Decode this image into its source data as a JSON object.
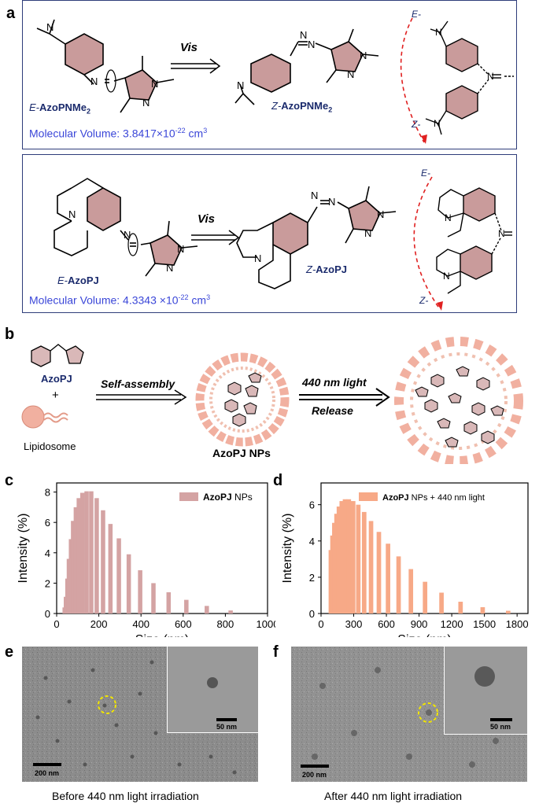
{
  "panels": {
    "a": "a",
    "b": "b",
    "c": "c",
    "d": "d",
    "e": "e",
    "f": "f"
  },
  "panel_a1": {
    "vis": "Vis",
    "e_prefix": "E-",
    "e_name": "AzoPNMe",
    "e_sub": "2",
    "z_prefix": "Z-",
    "z_name": "AzoPNMe",
    "z_sub": "2",
    "side_e": "E-",
    "side_z": "Z-",
    "vol_prefix": "Molecular Volume: 3.8417×10",
    "vol_exp": "-22",
    "vol_unit": " cm",
    "vol_pow": "3"
  },
  "panel_a2": {
    "vis": "Vis",
    "e_prefix": "E-",
    "e_name": "AzoPJ",
    "z_prefix": "Z-",
    "z_name": "AzoPJ",
    "side_e": "E-",
    "side_z": "Z-",
    "vol_prefix": "Molecular Volume:  4.3343 ×10",
    "vol_exp": "-22",
    "vol_unit": " cm",
    "vol_pow": "3"
  },
  "panel_b": {
    "azopj": "AzoPJ",
    "plus": "+",
    "lipidosome": "Lipidosome",
    "self_assembly": "Self-assembly",
    "nps": "AzoPJ NPs",
    "light": "440 nm light",
    "release": "Release"
  },
  "chart_data": [
    {
      "type": "bar",
      "panel": "c",
      "color": "#d4a3a3",
      "legend": {
        "bold": "AzoPJ",
        "rest": " NPs"
      },
      "xlabel": "Size (nm)",
      "ylabel": "Intensity (%)",
      "xlim": [
        0,
        1000
      ],
      "ylim": [
        0,
        8.6
      ],
      "xticks": [
        0,
        200,
        400,
        600,
        800,
        1000
      ],
      "yticks": [
        0,
        2,
        4,
        6,
        8
      ],
      "x": [
        38,
        44,
        51,
        58,
        68,
        78,
        91,
        105,
        122,
        142,
        164,
        190,
        220,
        255,
        295,
        342,
        396,
        459,
        531,
        615,
        712,
        825
      ],
      "values": [
        0.4,
        1.1,
        2.3,
        3.6,
        4.9,
        6.1,
        7.0,
        7.6,
        7.95,
        8.05,
        8.05,
        7.6,
        6.8,
        5.9,
        4.95,
        3.9,
        2.85,
        2.0,
        1.4,
        0.9,
        0.5,
        0.2
      ]
    },
    {
      "type": "bar",
      "panel": "d",
      "color": "#f7a987",
      "legend": {
        "bold": "AzoPJ",
        "rest": " NPs + 440 nm light"
      },
      "xlabel": "Size (nm)",
      "ylabel": "Intensity (%)",
      "xlim": [
        0,
        1900
      ],
      "ylim": [
        0,
        7.2
      ],
      "xticks": [
        0,
        300,
        600,
        900,
        1200,
        1500,
        1800
      ],
      "yticks": [
        0,
        2,
        4,
        6
      ],
      "x": [
        90,
        105,
        122,
        142,
        164,
        190,
        220,
        255,
        295,
        342,
        396,
        459,
        531,
        615,
        712,
        825,
        955,
        1106,
        1281,
        1484,
        1718
      ],
      "values": [
        3.5,
        4.3,
        5.0,
        5.5,
        5.9,
        6.2,
        6.3,
        6.3,
        6.2,
        6.0,
        5.6,
        5.1,
        4.5,
        3.85,
        3.15,
        2.45,
        1.75,
        1.15,
        0.65,
        0.35,
        0.15
      ]
    }
  ],
  "panel_e": {
    "scale_main": "200 nm",
    "scale_inset": "50 nm",
    "caption": "Before 440 nm  light irradiation"
  },
  "panel_f": {
    "scale_main": "200 nm",
    "scale_inset": "50 nm",
    "caption": "After 440 nm  light irradiation"
  }
}
